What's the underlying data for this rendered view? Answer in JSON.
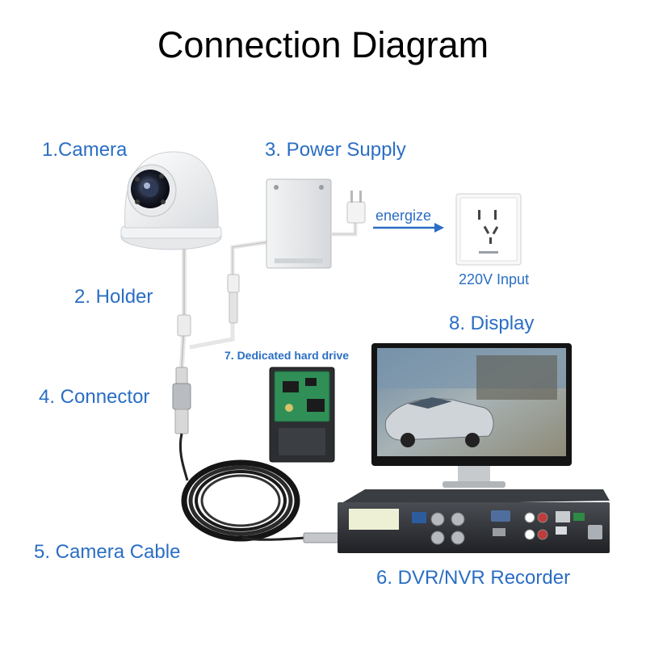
{
  "title": "Connection Diagram",
  "labels": {
    "camera": "1.Camera",
    "holder": "2. Holder",
    "power_supply": "3. Power Supply",
    "connector": "4. Connector",
    "camera_cable": "5. Camera Cable",
    "recorder": "6. DVR/NVR Recorder",
    "hard_drive": "7. Dedicated hard drive",
    "display": "8. Display",
    "energize": "energize",
    "input": "220V Input"
  },
  "colors": {
    "label_blue": "#2a6ec4",
    "arrow_blue": "#2a6ec4",
    "title_black": "#000000"
  }
}
